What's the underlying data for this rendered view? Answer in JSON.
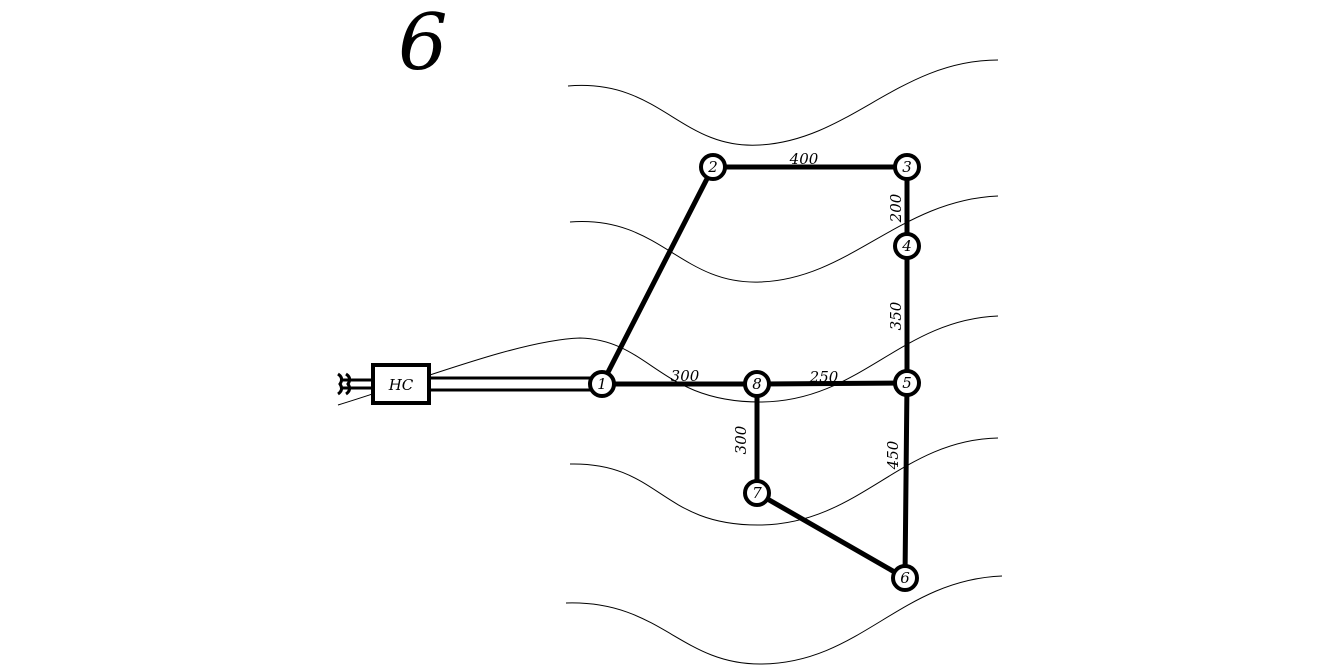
{
  "variant": "6",
  "pump_station": {
    "label": "НС"
  },
  "nodes": [
    {
      "id": "1",
      "label": "1"
    },
    {
      "id": "2",
      "label": "2"
    },
    {
      "id": "3",
      "label": "3"
    },
    {
      "id": "4",
      "label": "4"
    },
    {
      "id": "5",
      "label": "5"
    },
    {
      "id": "6",
      "label": "6"
    },
    {
      "id": "7",
      "label": "7"
    },
    {
      "id": "8",
      "label": "8"
    }
  ],
  "pipes": [
    {
      "from": "1",
      "to": "2",
      "length": ""
    },
    {
      "from": "2",
      "to": "3",
      "length": "400"
    },
    {
      "from": "3",
      "to": "4",
      "length": "200"
    },
    {
      "from": "4",
      "to": "5",
      "length": "350"
    },
    {
      "from": "1",
      "to": "8",
      "length": "300"
    },
    {
      "from": "8",
      "to": "5",
      "length": "250"
    },
    {
      "from": "8",
      "to": "7",
      "length": "300"
    },
    {
      "from": "5",
      "to": "6",
      "length": "450"
    },
    {
      "from": "7",
      "to": "6",
      "length": ""
    }
  ],
  "feed_line": {
    "from": "pump_station",
    "to": "1"
  },
  "contour_line_count": 5
}
